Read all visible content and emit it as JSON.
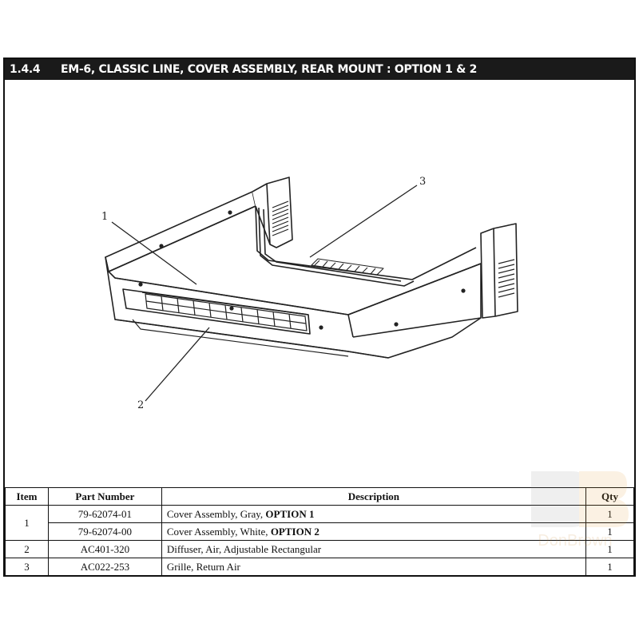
{
  "header": {
    "section": "1.4.4",
    "title": "EM-6, CLASSIC LINE, COVER ASSEMBLY, REAR MOUNT : OPTION 1 & 2"
  },
  "callouts": [
    "1",
    "2",
    "3"
  ],
  "table": {
    "headers": {
      "item": "Item",
      "part": "Part Number",
      "desc": "Description",
      "qty": "Qty"
    },
    "rows": [
      {
        "item": "1",
        "part": "79-62074-01",
        "desc": "Cover Assembly, Gray, ",
        "desc_bold": "OPTION 1",
        "qty": "1"
      },
      {
        "item": "",
        "part": "79-62074-00",
        "desc": "Cover Assembly, White, ",
        "desc_bold": "OPTION 2",
        "qty": "1"
      },
      {
        "item": "2",
        "part": "AC401-320",
        "desc": "Diffuser, Air, Adjustable Rectangular",
        "desc_bold": "",
        "qty": "1"
      },
      {
        "item": "3",
        "part": "AC022-253",
        "desc": "Grille, Return Air",
        "desc_bold": "",
        "qty": "1"
      }
    ]
  },
  "watermark": {
    "text": "DonBrown"
  }
}
